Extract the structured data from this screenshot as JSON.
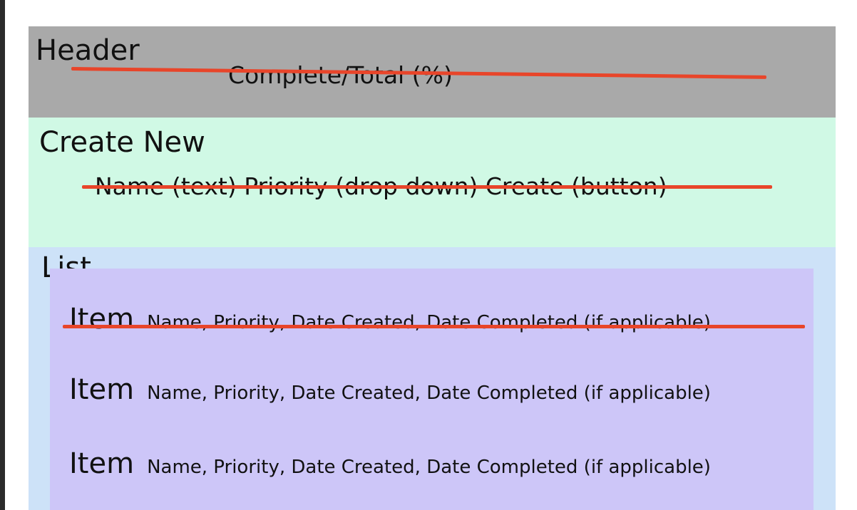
{
  "colors": {
    "header_bg": "#a9a9a9",
    "create_bg": "#d0f9e5",
    "list_bg": "#cde2f8",
    "item_bg": "#cdc6f8",
    "strike": "#e8452a"
  },
  "header": {
    "label": "Header",
    "subtext": "Complete/Total (%)"
  },
  "create": {
    "label": "Create New",
    "subtext": "Name (text)  Priority (drop down) Create (button)"
  },
  "list": {
    "label": "List",
    "items": [
      {
        "word": "Item",
        "desc": "Name, Priority, Date Created, Date Completed (if applicable)",
        "struck": true
      },
      {
        "word": "Item",
        "desc": "Name, Priority, Date Created, Date Completed (if applicable)",
        "struck": false
      },
      {
        "word": "Item",
        "desc": "Name, Priority, Date Created, Date Completed (if applicable)",
        "struck": false
      }
    ]
  }
}
